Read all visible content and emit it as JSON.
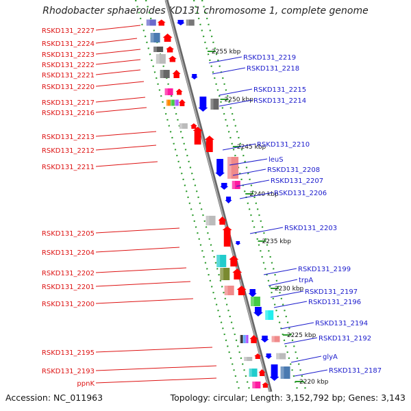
{
  "title": "Rhodobacter sphaeroides KD131 chromosome 1, complete genome",
  "footer": {
    "accession": "Accession: NC_011963",
    "topology": "Topology: circular; Length: 3,152,792 bp; Genes: 3,143"
  },
  "colors": {
    "left_label": "#dd1111",
    "right_label": "#1a1acc",
    "backbone": "#888888",
    "guide": "#2a9a2a",
    "forward_gene": "#ff0000",
    "reverse_gene": "#0000ff"
  },
  "tick_labels": [
    "2255 kbp",
    "2250 kbp",
    "2245 kbp",
    "2240 kbp",
    "2235 kbp",
    "2230 kbp",
    "2225 kbp",
    "2220 kbp"
  ],
  "left_labels": [
    "RSKD131_2227",
    "RSKD131_2224",
    "RSKD131_2223",
    "RSKD131_2222",
    "RSKD131_2221",
    "RSKD131_2220",
    "RSKD131_2217",
    "RSKD131_2216",
    "RSKD131_2213",
    "RSKD131_2212",
    "RSKD131_2211",
    "RSKD131_2205",
    "RSKD131_2204",
    "RSKD131_2202",
    "RSKD131_2201",
    "RSKD131_2200",
    "RSKD131_2195",
    "RSKD131_2193",
    "ppnK"
  ],
  "right_labels": [
    "RSKD131_2219",
    "RSKD131_2218",
    "RSKD131_2215",
    "RSKD131_2214",
    "RSKD131_2210",
    "leuS",
    "RSKD131_2208",
    "RSKD131_2207",
    "RSKD131_2206",
    "RSKD131_2203",
    "RSKD131_2199",
    "trpA",
    "RSKD131_2197",
    "RSKD131_2196",
    "RSKD131_2194",
    "RSKD131_2192",
    "glyA",
    "RSKD131_2187"
  ]
}
